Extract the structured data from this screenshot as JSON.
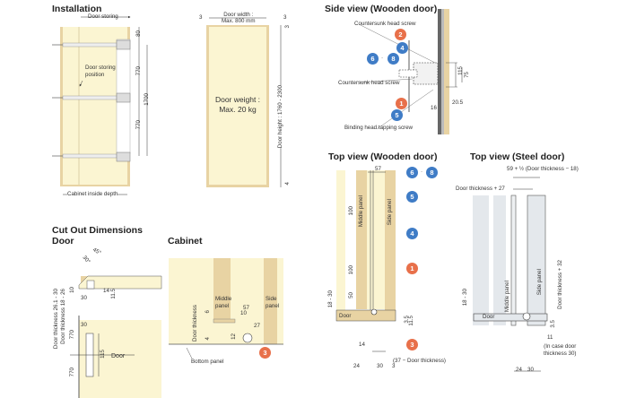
{
  "colors": {
    "wood": "#fbf5d2",
    "wood_dark": "#e8d3a3",
    "panel_edge": "#c9a76b",
    "steel": "#e4e8ec",
    "steel_dark": "#7a8088",
    "orange": "#e8704a",
    "blue": "#3f7cc6"
  },
  "installation": {
    "title": "Installation",
    "door_storing": "Door storing",
    "door_storing_position": "Door storing\nposition",
    "dim_80": "80",
    "dim_770_top": "770",
    "dim_770_bottom": "770",
    "dim_1700": "1700",
    "cabinet_inside_depth": "Cabinet inside depth"
  },
  "door": {
    "width_label": "Door width :\nMax. 800 mm",
    "gap_left": "3",
    "gap_right": "3",
    "gap_top": "3",
    "gap_bottom": "4",
    "weight_label": "Door weight :\nMax. 20 kg",
    "height_label": "Door height : 1760 - 2300"
  },
  "side_view": {
    "title": "Side view (Wooden door)",
    "countersunk_top": "Countersunk head screw",
    "countersunk_mid": "Countersunk head screw",
    "binding": "Binding head tapping screw",
    "dim_115": "115",
    "dim_75": "75",
    "dim_20_5": "20.5",
    "dim_16": "16",
    "badges": [
      {
        "label": "2",
        "color": "orange"
      },
      {
        "label": "4",
        "color": "blue"
      },
      {
        "label": "6",
        "color": "blue"
      },
      {
        "label": "8",
        "color": "blue"
      },
      {
        "label": "1",
        "color": "orange"
      },
      {
        "label": "5",
        "color": "blue"
      }
    ],
    "sep": "·"
  },
  "top_wood": {
    "title": "Top view (Wooden door)",
    "dim_57": "57",
    "middle_panel": "Middle panel",
    "side_panel": "Side panel",
    "dim_100_top": "100",
    "dim_100_mid": "100",
    "dim_50": "50",
    "dim_18_30": "18 - 30",
    "door": "Door",
    "dim_3_5": "3.5",
    "dim_11_5": "11.5",
    "dim_14": "14",
    "dim_37": "(37 − Door thickness)",
    "dim_24": "24",
    "dim_30": "30",
    "dim_3": "3",
    "badges": [
      {
        "label": "6",
        "color": "blue"
      },
      {
        "label": "8",
        "color": "blue"
      },
      {
        "label": "5",
        "color": "blue"
      },
      {
        "label": "4",
        "color": "blue"
      },
      {
        "label": "1",
        "color": "orange"
      },
      {
        "label": "3",
        "color": "orange"
      }
    ],
    "sep": "·"
  },
  "top_steel": {
    "title": "Top view (Steel door)",
    "formula_top": "59 + ½ (Door thickness − 18)",
    "formula_2": "Door thickness + 27",
    "formula_3": "Door thickness + 32",
    "middle_panel": "Middle panel",
    "side_panel": "Side panel",
    "dim_18_30": "18 - 30",
    "door": "Door",
    "dim_3_5": "3.5",
    "dim_11": "11",
    "note": "(In case door\nthickness 30)",
    "dim_24": "24",
    "dim_30": "30"
  },
  "cutout": {
    "title": "Cut Out Dimensions",
    "door_sub": "Door",
    "cabinet_sub": "Cabinet",
    "angle_45": "45°",
    "angle_30": "30°",
    "dim_26_30": "Door thickness 26.1 - 30",
    "dim_18_26": "Door thickness 18 - 26",
    "dim_10": "10",
    "dim_14": "14",
    "dim_11_5": "11.5",
    "dim_30": "30",
    "dim_30b": "30",
    "dim_770a": "770",
    "dim_770b": "770",
    "dim_115": "115",
    "door_label": "Door",
    "cab_middle": "Middle\npanel",
    "cab_side": "Side\npanel",
    "cab_door_thickness": "Door thickness",
    "cab_6": "6",
    "cab_4": "4",
    "cab_57": "57",
    "cab_10": "10",
    "cab_27": "27",
    "cab_12": "12",
    "cab_bottom_panel": "Bottom panel",
    "badge3": "3"
  }
}
